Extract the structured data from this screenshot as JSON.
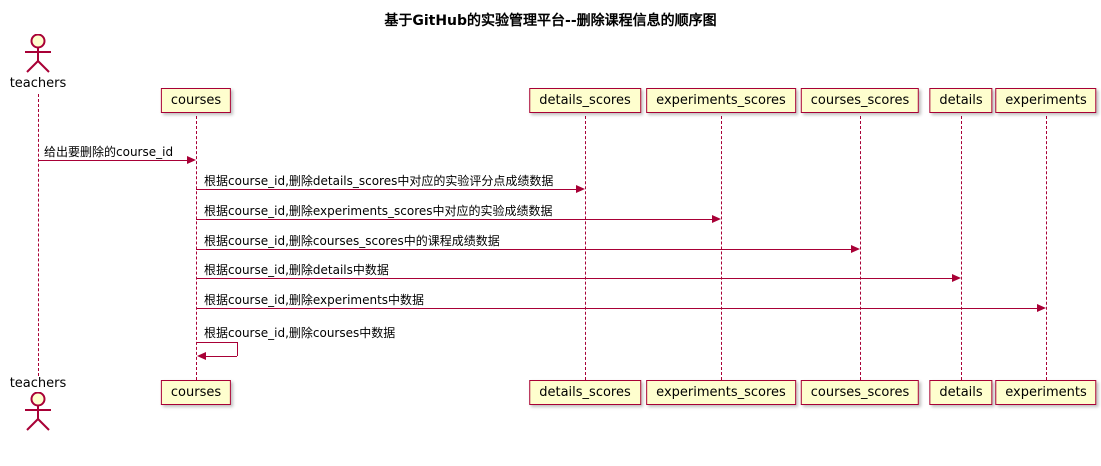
{
  "title": "基于GitHub的实验管理平台--删除课程信息的顺序图",
  "actor": {
    "name": "teachers"
  },
  "participants": [
    {
      "name": "courses"
    },
    {
      "name": "details_scores"
    },
    {
      "name": "experiments_scores"
    },
    {
      "name": "courses_scores"
    },
    {
      "name": "details"
    },
    {
      "name": "experiments"
    }
  ],
  "messages": [
    {
      "from": "teachers",
      "to": "courses",
      "label": "给出要删除的course_id"
    },
    {
      "from": "courses",
      "to": "details_scores",
      "label": "根据course_id,删除details_scores中对应的实验评分点成绩数据"
    },
    {
      "from": "courses",
      "to": "experiments_scores",
      "label": "根据course_id,删除experiments_scores中对应的实验成绩数据"
    },
    {
      "from": "courses",
      "to": "courses_scores",
      "label": "根据course_id,删除courses_scores中的课程成绩数据"
    },
    {
      "from": "courses",
      "to": "details",
      "label": "根据course_id,删除details中数据"
    },
    {
      "from": "courses",
      "to": "experiments",
      "label": "根据course_id,删除experiments中数据"
    },
    {
      "from": "courses",
      "to": "courses",
      "label": "根据course_id,删除courses中数据"
    }
  ],
  "colors": {
    "participant_fill": "#FEFECE",
    "line": "#A80036",
    "text": "#000000"
  },
  "diagram_type": "sequence"
}
